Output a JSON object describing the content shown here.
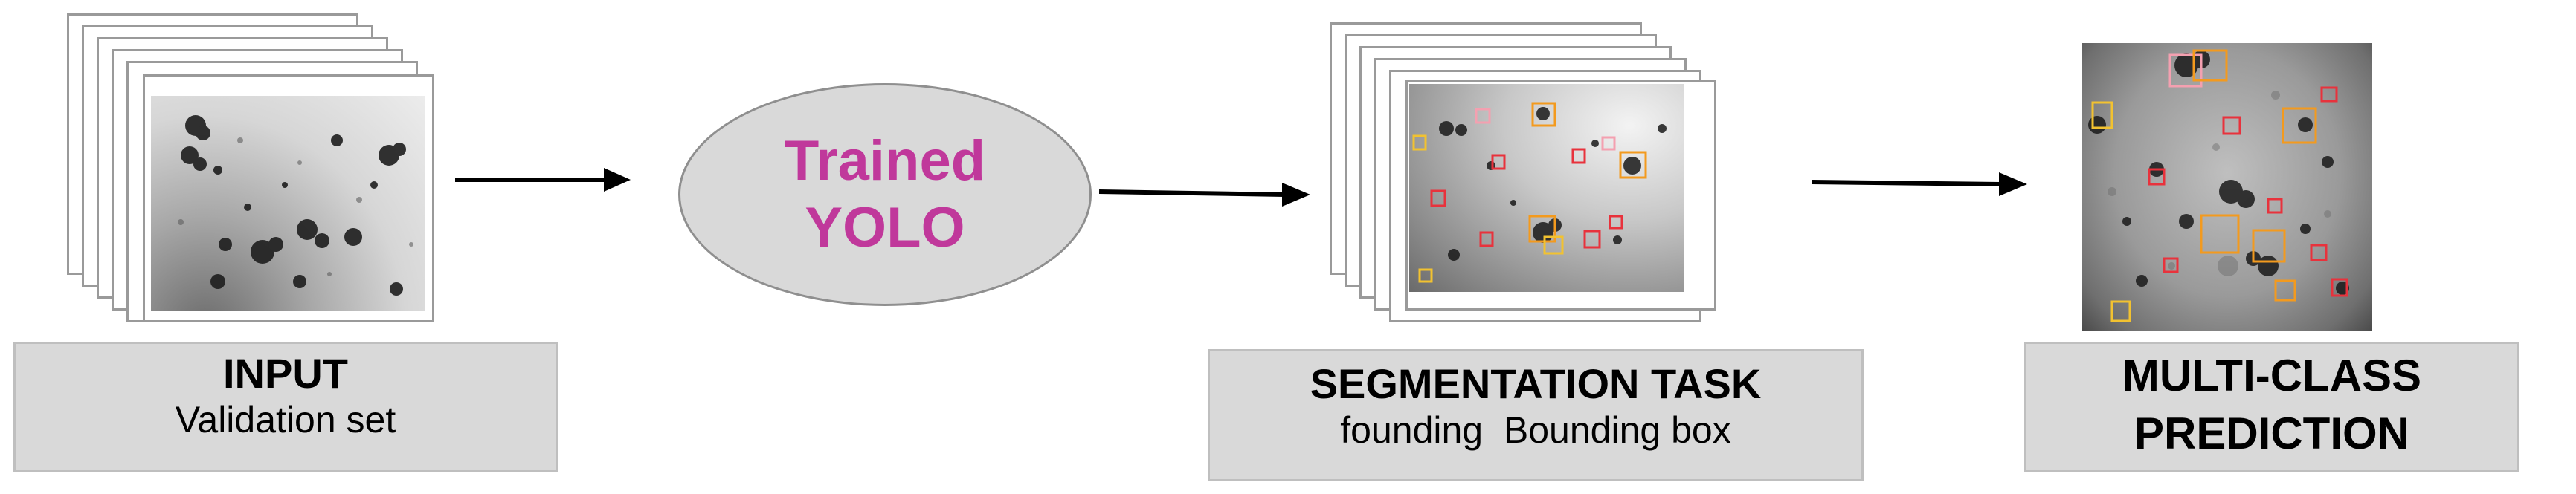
{
  "stages": {
    "input": {
      "title": "INPUT",
      "subtitle": "Validation set"
    },
    "model": {
      "line1": "Trained",
      "line2": "YOLO"
    },
    "segmentation": {
      "title": "SEGMENTATION TASK",
      "subtitle": "founding  Bounding box"
    },
    "prediction": {
      "title_line1": "MULTI-CLASS",
      "title_line2": "PREDICTION"
    }
  },
  "colors": {
    "model_text": "#c0389b",
    "label_fill": "#d9d9d9",
    "box_orange": "#f39a1e",
    "box_red": "#e8323c",
    "box_yellow": "#f2c230",
    "box_pink": "#f4a0b0"
  }
}
